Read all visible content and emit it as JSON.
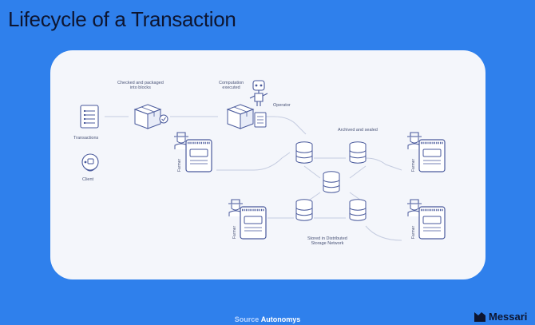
{
  "title": "Lifecycle of a Transaction",
  "labels": {
    "checked": "Checked and packaged\ninto blocks",
    "computation": "Computation\nexecuted",
    "operator": "Operator",
    "archived": "Archived and sealed",
    "transactions": "Transactions",
    "client": "Client",
    "farmer": "Farmer",
    "stored": "Stored in Distributed\nStorage Network"
  },
  "footer": {
    "source_prefix": "Source",
    "source_name": "Autonomys",
    "brand": "Messari"
  },
  "colors": {
    "background": "#2f80ec",
    "card": "#f4f6fb",
    "icon_stroke": "#4a5a9c"
  }
}
